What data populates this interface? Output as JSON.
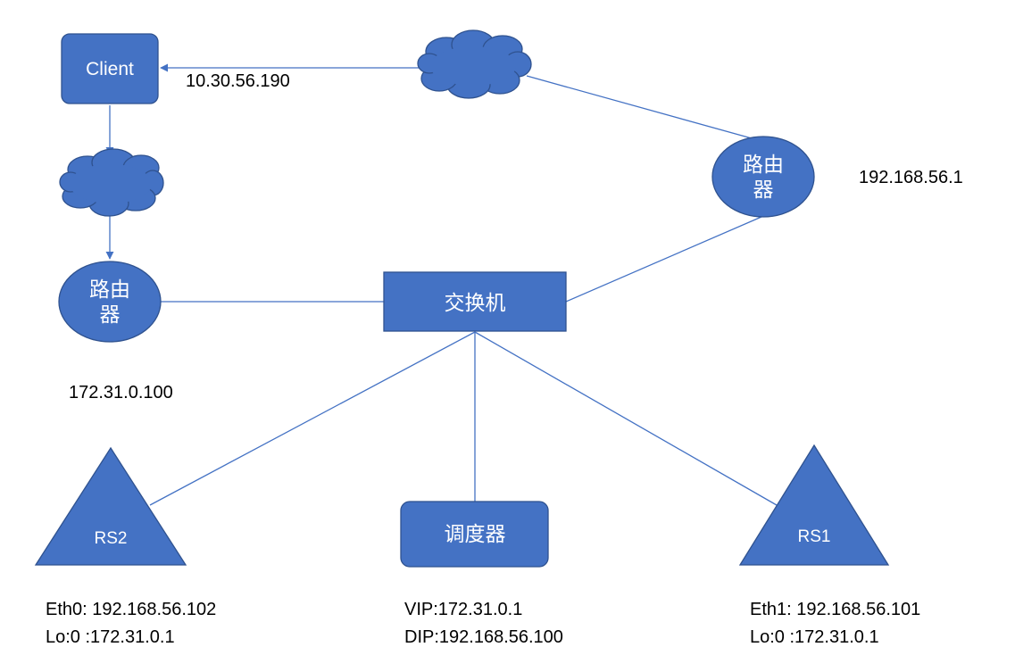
{
  "nodes": {
    "client": {
      "label": "Client"
    },
    "router_left": {
      "label_line1": "路由",
      "label_line2": "器"
    },
    "router_right": {
      "label_line1": "路由",
      "label_line2": "器"
    },
    "switch": {
      "label": "交换机"
    },
    "scheduler": {
      "label": "调度器"
    },
    "rs1": {
      "label": "RS1"
    },
    "rs2": {
      "label": "RS2"
    }
  },
  "labels": {
    "client_ip": "10.30.56.190",
    "router_right_ip": "192.168.56.1",
    "router_left_ip": "172.31.0.100",
    "rs2_eth": "Eth0: 192.168.56.102",
    "rs2_lo": "Lo:0 :172.31.0.1",
    "scheduler_vip": "VIP:172.31.0.1",
    "scheduler_dip": "DIP:192.168.56.100",
    "rs1_eth": "Eth1: 192.168.56.101",
    "rs1_lo": "Lo:0 :172.31.0.1"
  },
  "colors": {
    "fill": "#4472C4",
    "stroke": "#2F528F",
    "line": "#4472C4",
    "text_on_shape": "#ffffff",
    "label": "#000000"
  }
}
